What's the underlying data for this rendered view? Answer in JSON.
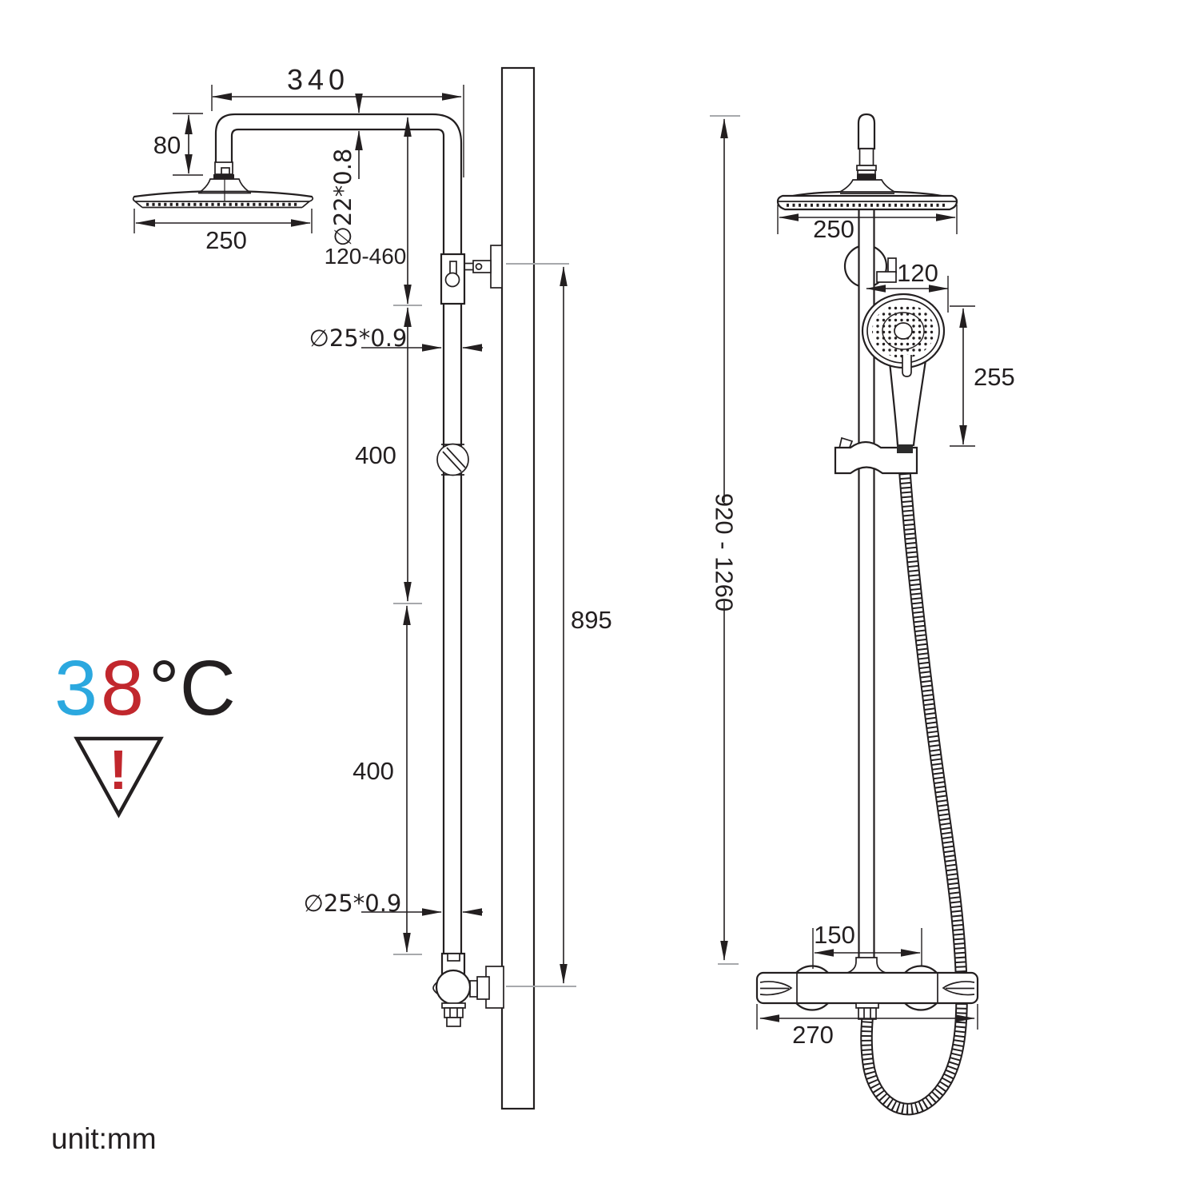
{
  "colors": {
    "ink": "#231f20",
    "blue": "#2ba8df",
    "red": "#c1272d",
    "tick_gray": "#a7a9ac"
  },
  "badge": {
    "digit_blue": "3",
    "digit_red": "8",
    "unit": "°C",
    "warning_mark": "!"
  },
  "footer": {
    "unit_note": "unit:mm"
  },
  "side_view": {
    "dims": {
      "arm_length": "340",
      "head_offset": "80",
      "head_diameter": "250",
      "arm_tube": "∅22*0.8",
      "bracket_range": "120-460",
      "rail_upper": "400",
      "rail_tube_upper": "∅25*0.9",
      "rail_lower": "400",
      "rail_tube_lower": "∅25*0.9",
      "rail_length": "895"
    }
  },
  "front_view": {
    "dims": {
      "overall_height": "920 - 1260",
      "head_diameter": "250",
      "hand_shower_offset": "120",
      "hand_shower_length": "255",
      "inlet_spacing": "150",
      "valve_width": "270"
    }
  }
}
